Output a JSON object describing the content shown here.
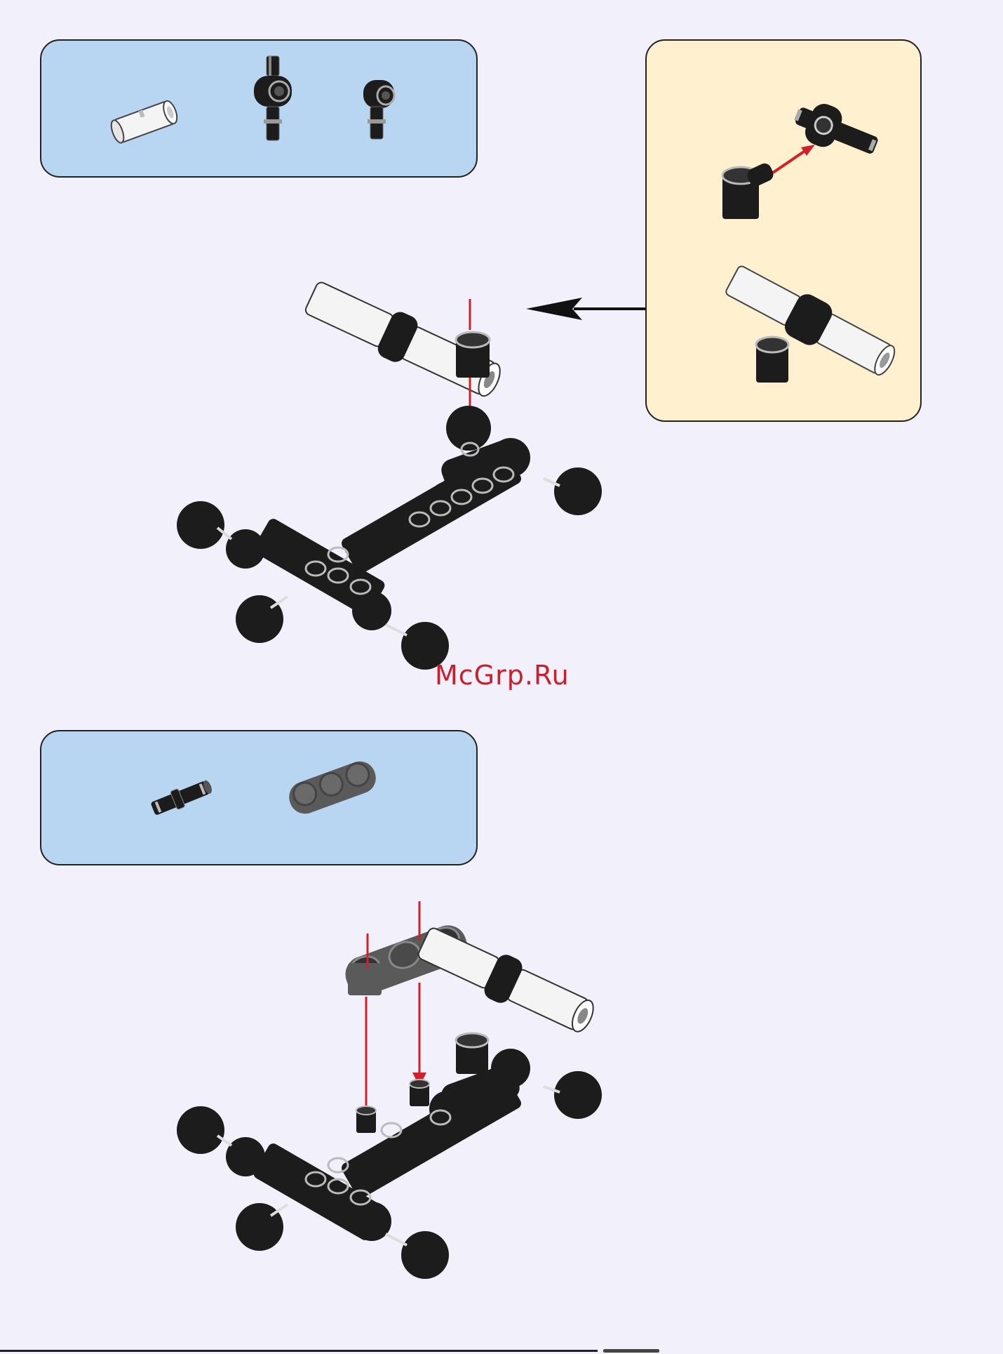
{
  "watermark": {
    "text": "McGrp.Ru"
  },
  "colors": {
    "blue_panel": "#b8d6f2",
    "sub_panel": "#fff0cf",
    "background": "#f2f0fa",
    "arrow_red": "#d0202c",
    "part_black": "#1c1c1c",
    "part_white": "#f4f4f4",
    "part_gray": "#5a5a5a"
  },
  "step1": {
    "parts": [
      {
        "icon": "white-connector-peg-icon",
        "color": "white"
      },
      {
        "icon": "black-cross-axle-connector-icon",
        "color": "black"
      },
      {
        "icon": "black-angle-connector-icon",
        "color": "black"
      }
    ],
    "subassembly": [
      "angle-connector-attach-icon",
      "connector-with-white-pegs-icon"
    ]
  },
  "step2": {
    "parts": [
      {
        "icon": "black-axle-pin-icon",
        "color": "black"
      },
      {
        "icon": "gray-triple-beam-icon",
        "color": "gray"
      }
    ]
  }
}
